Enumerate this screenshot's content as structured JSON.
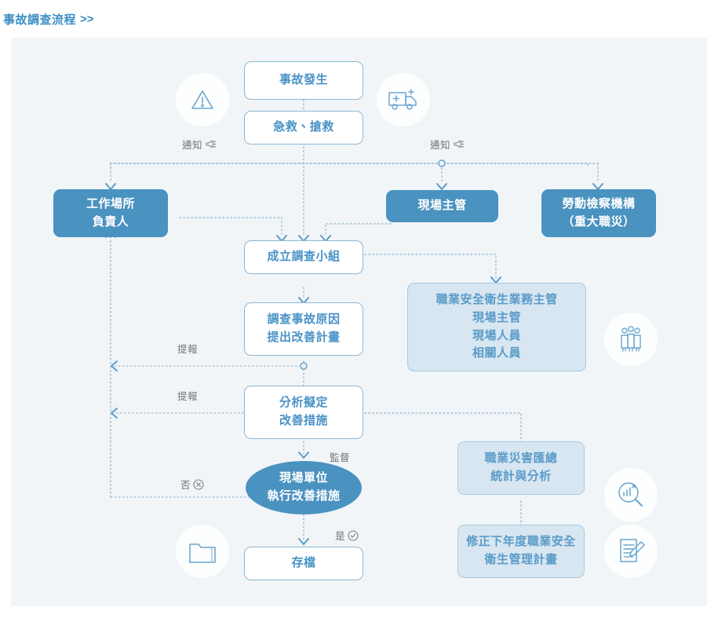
{
  "header": {
    "title": "事故調查流程",
    "chevrons": ">>"
  },
  "nodes": {
    "accident": {
      "label": "事故發生"
    },
    "first_aid": {
      "label": "急救、搶救"
    },
    "workplace_owner": {
      "line1": "工作場所",
      "line2": "負責人"
    },
    "site_supervisor": {
      "label": "現場主管"
    },
    "labor_inspection": {
      "line1": "勞動檢察機構",
      "line2": "（重大職災）"
    },
    "form_team": {
      "label": "成立調查小組"
    },
    "investigate": {
      "line1": "調查事故原因",
      "line2": "提出改善計畫"
    },
    "team_members": {
      "line1": "職業安全衛生業務主管",
      "line2": "現場主管",
      "line3": "現場人員",
      "line4": "相關人員"
    },
    "analyze": {
      "line1": "分析擬定",
      "line2": "改善措施"
    },
    "execute": {
      "line1": "現場單位",
      "line2": "執行改善措施"
    },
    "archive": {
      "label": "存檔"
    },
    "statistics": {
      "line1": "職業災害匯總",
      "line2": "統計與分析"
    },
    "revise_plan": {
      "line1": "修正下年度職業安全",
      "line2": "衛生管理計畫"
    }
  },
  "edge_labels": {
    "notify_left": "通知",
    "notify_right": "通知",
    "report_upper": "提報",
    "report_lower": "提報",
    "supervise": "監督",
    "no": "否",
    "yes": "是"
  },
  "icons": {
    "warning": "warning-triangle-icon",
    "ambulance": "ambulance-icon",
    "people": "people-group-icon",
    "chart_search": "chart-magnifier-icon",
    "folder": "folder-icon",
    "document_pen": "document-pen-icon",
    "megaphone_left": "megaphone-icon",
    "megaphone_right": "megaphone-icon",
    "no_mark": "circle-x-icon",
    "yes_mark": "circle-check-icon"
  },
  "colors": {
    "accent": "#4a92c0",
    "outline": "#8cb8d4",
    "soft_fill": "#d7e6f1",
    "panel_bg": "#f1f5f8",
    "text_blue": "#4a93c6",
    "label_gray": "#6f7478"
  }
}
